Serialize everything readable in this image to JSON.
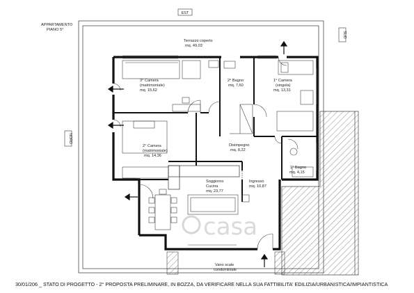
{
  "header": {
    "line1": "APPARTAMENTO",
    "line2": "PIANO 5°"
  },
  "compass": {
    "top": "EST",
    "right": "SUD",
    "left": "NORD"
  },
  "rooms": {
    "terrazzo": {
      "name": "Terrazzo coperto",
      "area": "mq. 49,03"
    },
    "camera3": {
      "name1": "3° Camera",
      "name2": "(matrimoniale)",
      "area": "mq. 15,62"
    },
    "bagno2": {
      "name": "2° Bagno",
      "area": "mq. 7,60"
    },
    "camera1": {
      "name1": "1° Camera",
      "name2": "(singola)",
      "area": "mq. 13,31"
    },
    "camera2": {
      "name1": "2° Camera",
      "name2": "(matrimoniale)",
      "area": "mq. 14,36"
    },
    "disimpegno": {
      "name": "Disimpegno",
      "area": "mq. 8,22"
    },
    "bagno1": {
      "name": "1° Bagno",
      "area": "mq. 4,15"
    },
    "soggiorno": {
      "name1": "Soggiorno",
      "name2": "Cucina",
      "area": "mq. 23,77"
    },
    "ingresso": {
      "name": "Ingresso",
      "area": "mq. 10,87"
    },
    "vano": {
      "name1": "Vano scale",
      "name2": "condominiale"
    }
  },
  "watermark": "casa",
  "caption": "30/01/206 _ STATO DI PROGETTO  - 2° PROPOSTA PRELIMINARE, IN BOZZA, DA VERIFICARE NELLA SUA FATTIBILITA' EDILIZIA/URBANISTICA/IMPIANTISTICA"
}
